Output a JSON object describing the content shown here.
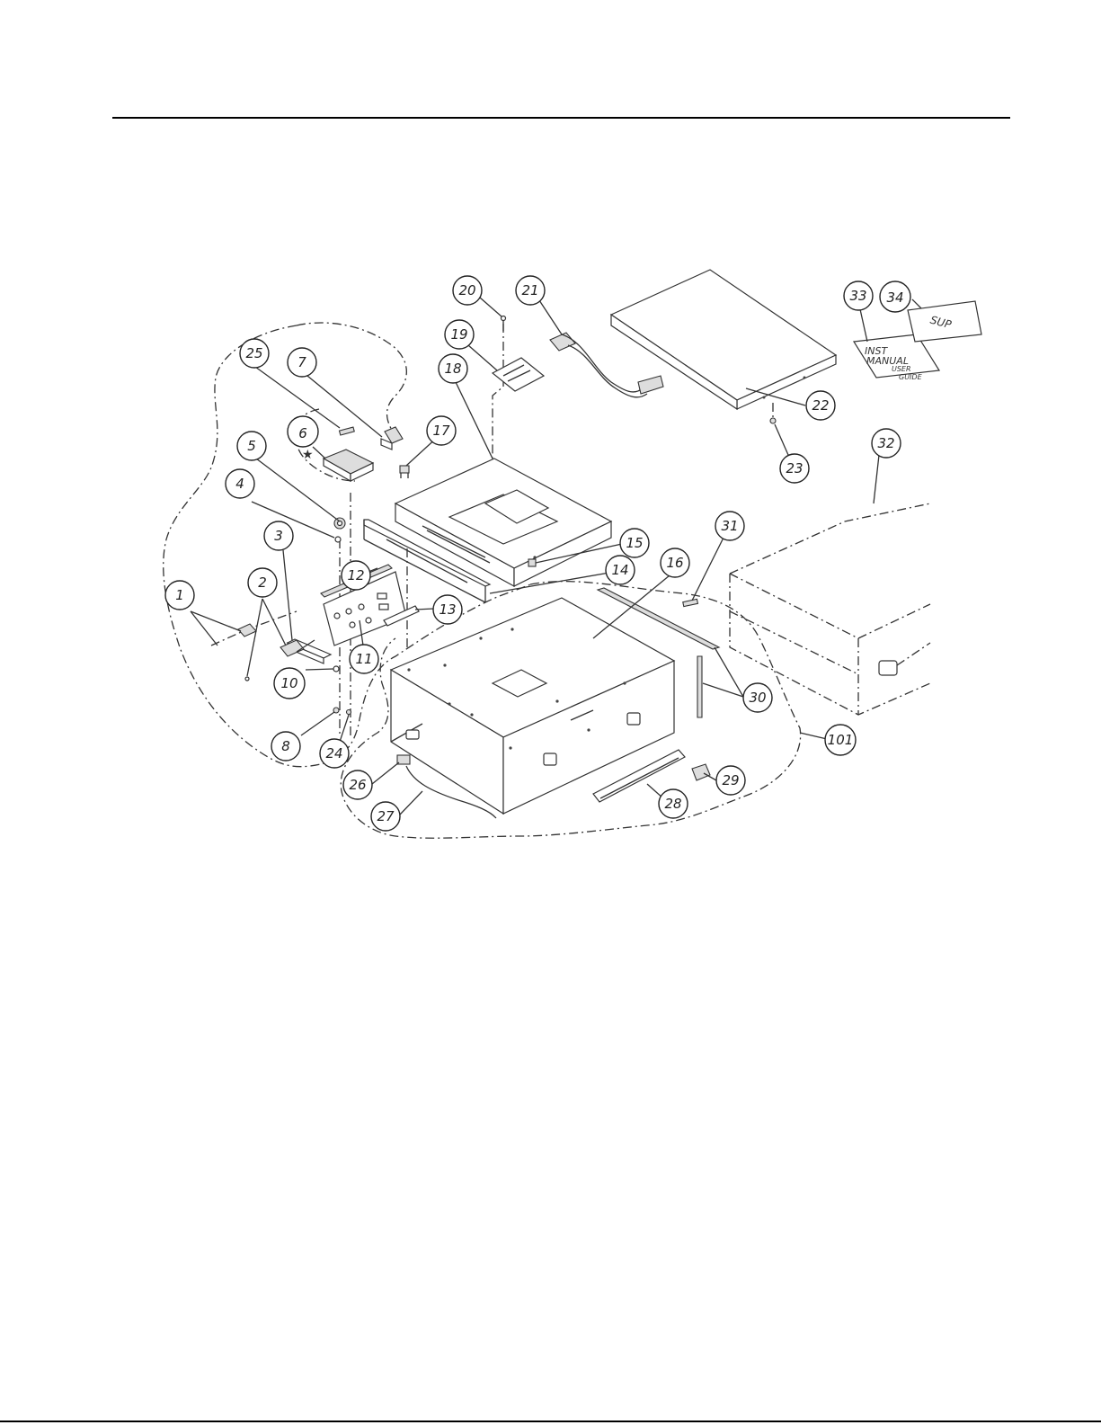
{
  "callouts": [
    {
      "id": "c1",
      "label": "1"
    },
    {
      "id": "c2",
      "label": "2"
    },
    {
      "id": "c3",
      "label": "3"
    },
    {
      "id": "c4",
      "label": "4"
    },
    {
      "id": "c5",
      "label": "5"
    },
    {
      "id": "c6",
      "label": "6"
    },
    {
      "id": "c7",
      "label": "7"
    },
    {
      "id": "c8",
      "label": "8"
    },
    {
      "id": "c10",
      "label": "10"
    },
    {
      "id": "c11",
      "label": "11"
    },
    {
      "id": "c12",
      "label": "12"
    },
    {
      "id": "c13",
      "label": "13"
    },
    {
      "id": "c14",
      "label": "14"
    },
    {
      "id": "c15",
      "label": "15"
    },
    {
      "id": "c16",
      "label": "16"
    },
    {
      "id": "c17",
      "label": "17"
    },
    {
      "id": "c18",
      "label": "18"
    },
    {
      "id": "c19",
      "label": "19"
    },
    {
      "id": "c20",
      "label": "20"
    },
    {
      "id": "c21",
      "label": "21"
    },
    {
      "id": "c22",
      "label": "22"
    },
    {
      "id": "c23",
      "label": "23"
    },
    {
      "id": "c24",
      "label": "24"
    },
    {
      "id": "c25",
      "label": "25"
    },
    {
      "id": "c26",
      "label": "26"
    },
    {
      "id": "c27",
      "label": "27"
    },
    {
      "id": "c28",
      "label": "28"
    },
    {
      "id": "c29",
      "label": "29"
    },
    {
      "id": "c30",
      "label": "30"
    },
    {
      "id": "c31",
      "label": "31"
    },
    {
      "id": "c32",
      "label": "32"
    },
    {
      "id": "c33",
      "label": "33"
    },
    {
      "id": "c34",
      "label": "34"
    },
    {
      "id": "c101",
      "label": "101"
    }
  ],
  "manual_card": {
    "line1": "INST",
    "line2": "MANUAL",
    "line3": "USER",
    "line4": "GUIDE"
  },
  "supplement_card": {
    "text": "SUP"
  },
  "star_mark": "★"
}
